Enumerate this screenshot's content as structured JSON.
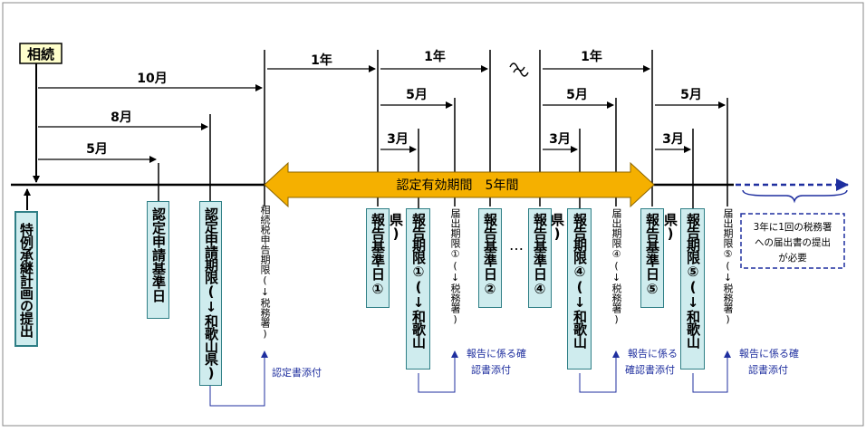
{
  "colors": {
    "timeline": "#000000",
    "box_fill": "#cfecee",
    "box_border": "#2f7f86",
    "period_arrow": "#f5b000",
    "period_border": "#8a6400",
    "blue": "#1f2f9f",
    "note_border": "#1f2f9f"
  },
  "start_label": "相続",
  "intervals": {
    "m10": "10月",
    "m8": "8月",
    "m5a": "5月",
    "y1a": "1年",
    "y1b": "1年",
    "y1c": "1年",
    "m5b": "5月",
    "m3b": "3月",
    "m5c": "5月",
    "m3c": "3月",
    "m5d": "5月",
    "m3d": "3月"
  },
  "period_label": "認定有効期間　5年間",
  "boxes": {
    "plan": "特例承継計画の提出",
    "app_base": "認定申請基準日",
    "app_deadline": "認定申請期限(↓和歌山県)",
    "rep_base1": "報告基準日①",
    "rep_deadline1": "報告期限①(↓和歌山県)",
    "rep_base2": "報告基準日②",
    "rep_base4": "報告基準日④",
    "rep_deadline4": "報告期限④(↓和歌山県)",
    "rep_base5": "報告基準日⑤",
    "rep_deadline5": "報告期限⑤(↓和歌山県)"
  },
  "vtexts": {
    "tax_deadline": "相続税申告期限(↓税務署)",
    "notice1": "届出期限①(↓税務署)",
    "notice4": "届出期限④(↓税務署)",
    "notice5": "届出期限⑤(↓税務署)"
  },
  "ellipsis": "…",
  "notes": {
    "attach1": "認定書添付",
    "attach2_line1": "報告に係る確",
    "attach2_line2": "認書添付",
    "attach3_line1": "報告に係る",
    "attach3_line2": "確認書添付",
    "attach4_line1": "報告に係る確",
    "attach4_line2": "認書添付"
  },
  "tax_note": {
    "line1": "3年に1回の税務署",
    "line2": "への届出書の提出",
    "line3": "が必要"
  }
}
